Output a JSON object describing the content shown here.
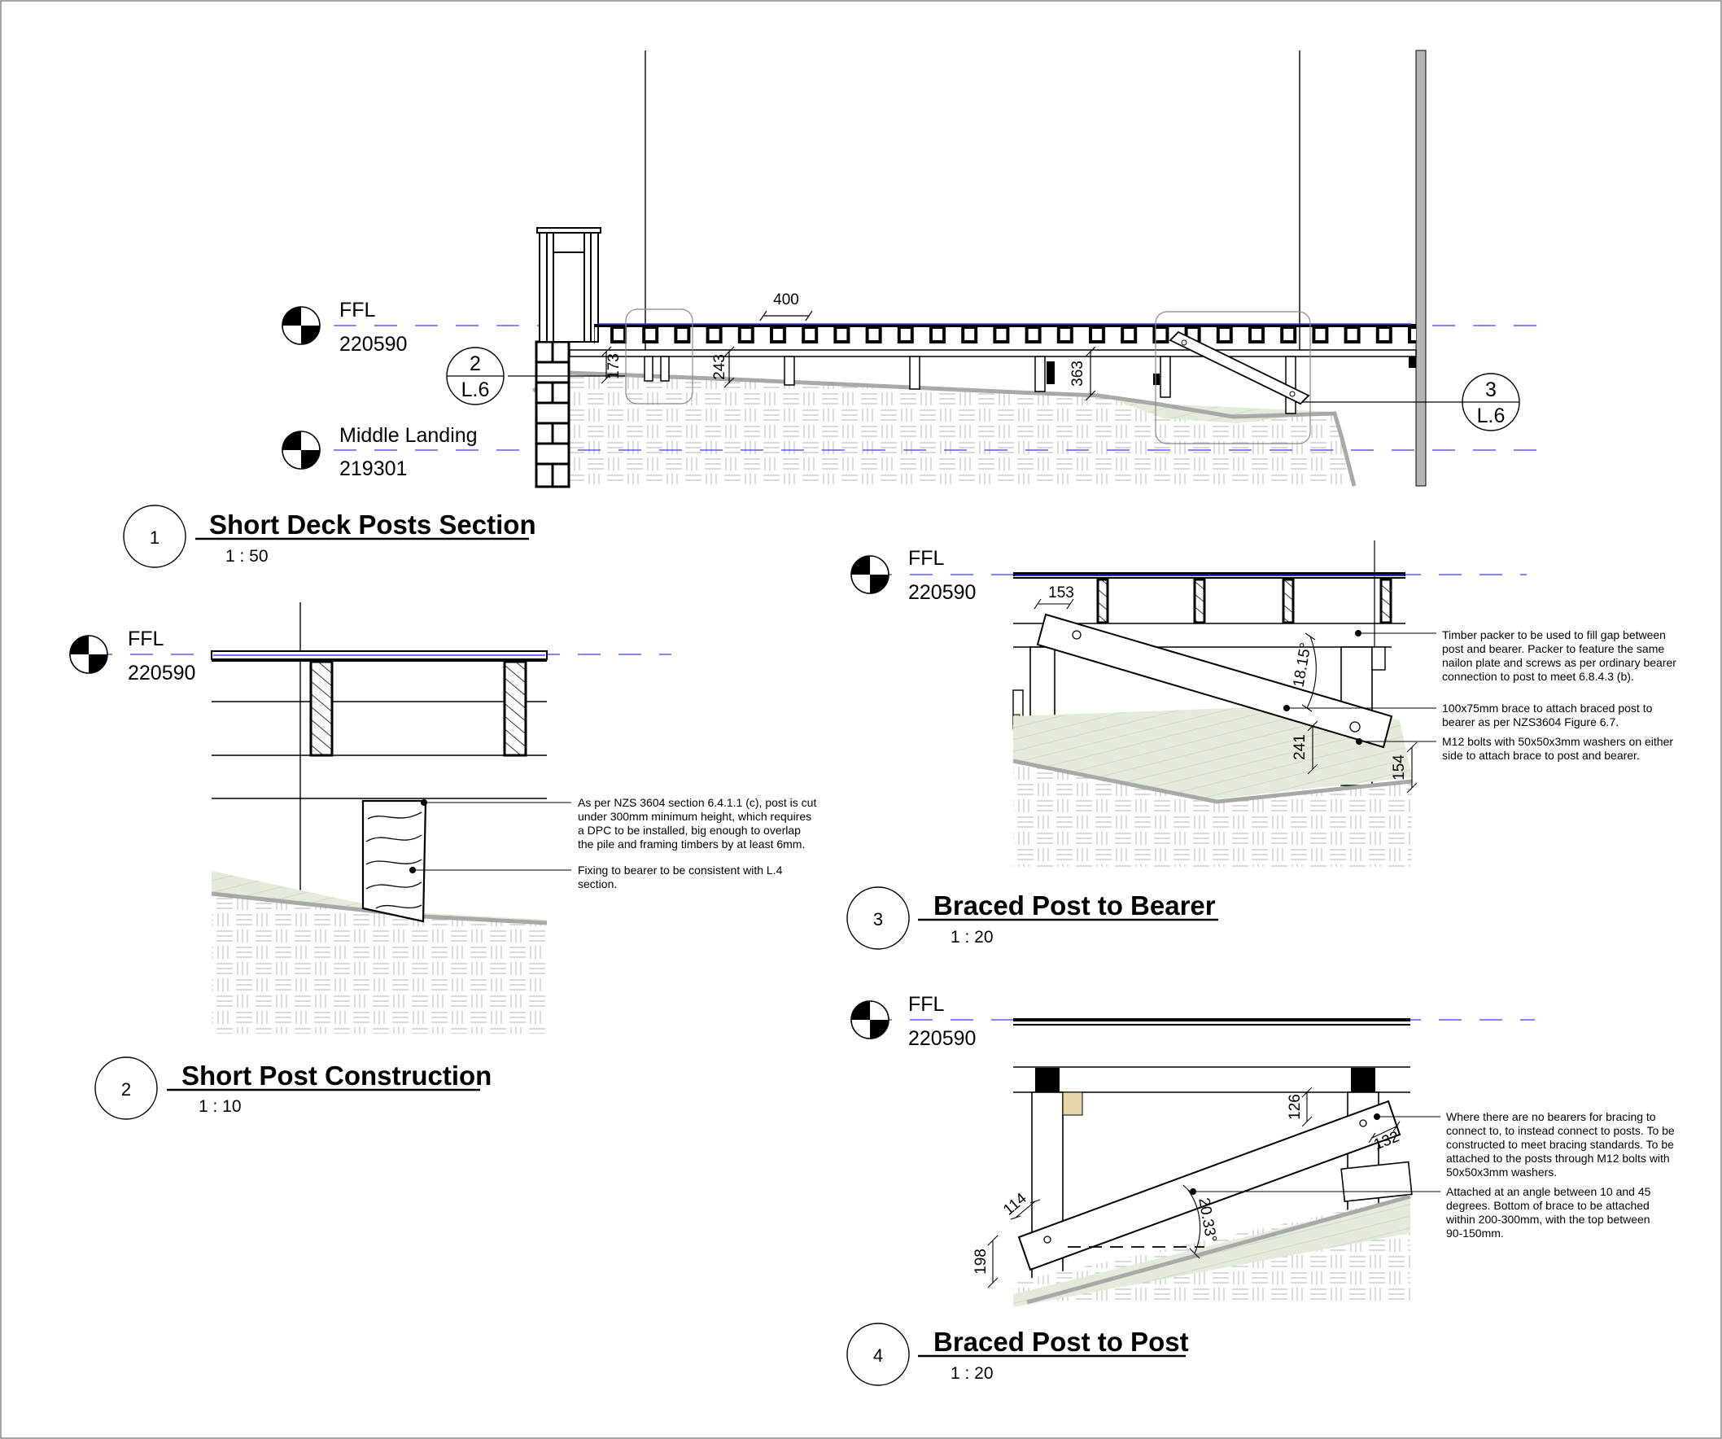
{
  "views": {
    "v1": {
      "number": "1",
      "title": "Short Deck Posts Section",
      "scale": "1 : 50",
      "levels": [
        {
          "name": "FFL",
          "value": "220590"
        },
        {
          "name": "Middle Landing",
          "value": "219301"
        }
      ],
      "dims": [
        "400",
        "173",
        "243",
        "363"
      ],
      "callouts": [
        {
          "top": "2",
          "bottom": "L.6"
        },
        {
          "top": "3",
          "bottom": "L.6"
        }
      ]
    },
    "v2": {
      "number": "2",
      "title": "Short Post Construction",
      "scale": "1 : 10",
      "level": {
        "name": "FFL",
        "value": "220590"
      },
      "notes": [
        [
          "As per NZS 3604 section 6.4.1.1 (c), post is cut",
          "under 300mm minimum height, which requires",
          "a DPC to be installed, big enough to overlap",
          "the pile and framing timbers by at least 6mm."
        ],
        [
          "Fixing to bearer to be consistent with L.4",
          "section."
        ]
      ]
    },
    "v3": {
      "number": "3",
      "title": "Braced Post to Bearer",
      "scale": "1 : 20",
      "level": {
        "name": "FFL",
        "value": "220590"
      },
      "dims": [
        "153",
        "18.15°",
        "241",
        "154"
      ],
      "notes": [
        [
          "Timber packer to be used to fill gap between",
          "post and bearer. Packer to feature the same",
          "nailon plate and screws as per ordinary bearer",
          "connection to post to meet 6.8.4.3 (b)."
        ],
        [
          "100x75mm brace to attach braced post to",
          "bearer as per NZS3604 Figure 6.7."
        ],
        [
          "M12 bolts with 50x50x3mm washers on either",
          "side to attach brace to post and bearer."
        ]
      ]
    },
    "v4": {
      "number": "4",
      "title": "Braced Post to Post",
      "scale": "1 : 20",
      "level": {
        "name": "FFL",
        "value": "220590"
      },
      "dims": [
        "126",
        "132",
        "114",
        "20.33°",
        "198"
      ],
      "notes": [
        [
          "Where there are no bearers for bracing to",
          "connect to, to instead connect to posts. To be",
          "constructed to meet bracing standards. To be",
          "attached to the posts through M12 bolts with",
          "50x50x3mm washers."
        ],
        [
          "Attached at an angle between 10 and 45",
          "degrees. Bottom of brace to be attached",
          "within 200-300mm, with the top between",
          "90-150mm."
        ]
      ]
    }
  }
}
